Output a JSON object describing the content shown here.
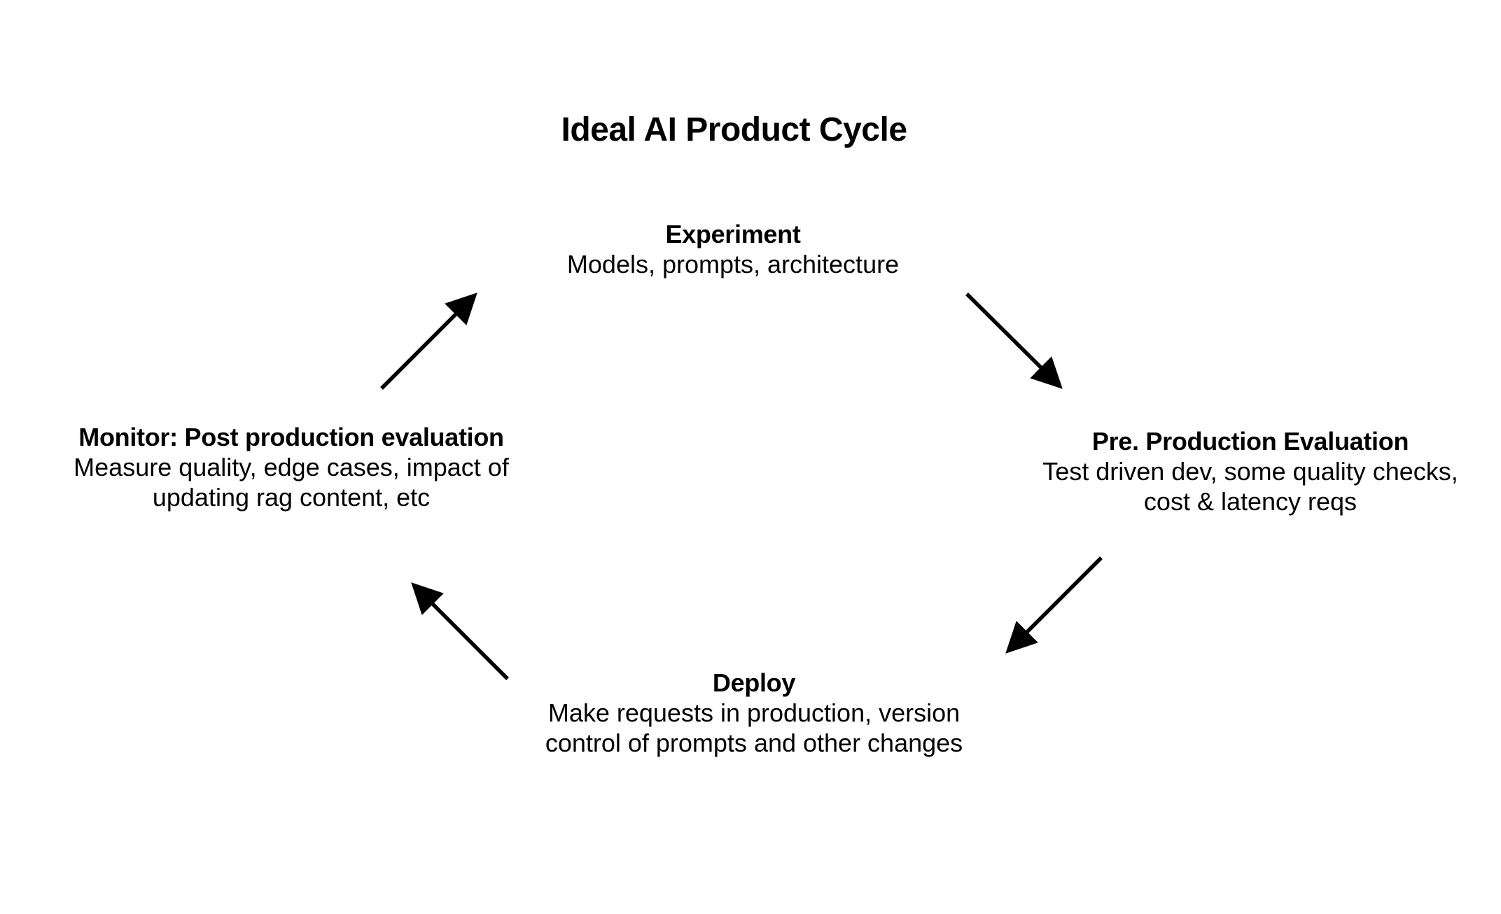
{
  "diagram": {
    "title": "Ideal AI Product Cycle",
    "stages": [
      {
        "id": "experiment",
        "heading": "Experiment",
        "description": "Models, prompts, architecture"
      },
      {
        "id": "pre-production-evaluation",
        "heading": "Pre. Production Evaluation",
        "description": "Test driven dev, some quality checks, cost & latency reqs"
      },
      {
        "id": "deploy",
        "heading": "Deploy",
        "description": "Make requests in production, version control of prompts and other changes"
      },
      {
        "id": "monitor",
        "heading": "Monitor: Post production evaluation",
        "description": "Measure quality, edge cases, impact of updating rag content, etc"
      }
    ],
    "edges": [
      {
        "from": "experiment",
        "to": "pre-production-evaluation"
      },
      {
        "from": "pre-production-evaluation",
        "to": "deploy"
      },
      {
        "from": "deploy",
        "to": "monitor"
      },
      {
        "from": "monitor",
        "to": "experiment"
      }
    ],
    "colors": {
      "background": "#ffffff",
      "text": "#000000",
      "arrow": "#000000"
    }
  }
}
